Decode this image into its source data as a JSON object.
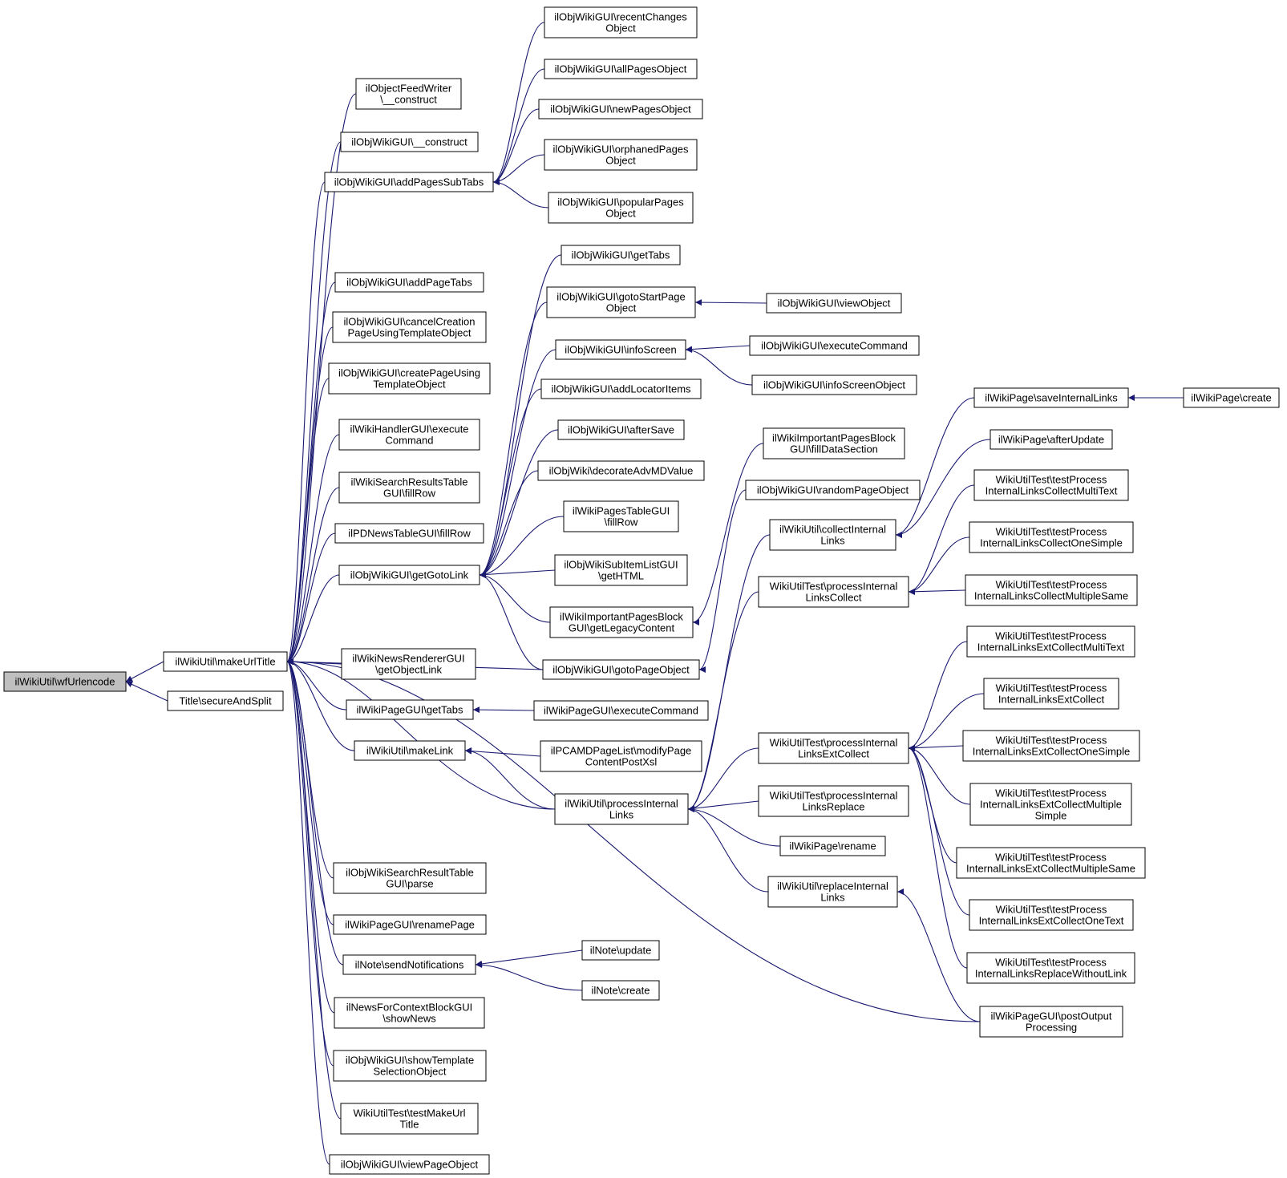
{
  "graph": {
    "edge_color": "#191970",
    "root_fill": "#bfbfbf",
    "nodes": [
      {
        "id": "n0",
        "lines": [
          "ilWikiUtil\\wfUrlencode"
        ],
        "root": true
      },
      {
        "id": "n1",
        "lines": [
          "ilWikiUtil\\makeUrlTitle"
        ]
      },
      {
        "id": "n2",
        "lines": [
          "Title\\secureAndSplit"
        ]
      },
      {
        "id": "n3",
        "lines": [
          "ilObjectFeedWriter",
          "\\__construct"
        ]
      },
      {
        "id": "n4",
        "lines": [
          "ilObjWikiGUI\\__construct"
        ]
      },
      {
        "id": "n5",
        "lines": [
          "ilObjWikiGUI\\addPagesSubTabs"
        ]
      },
      {
        "id": "n6",
        "lines": [
          "ilObjWikiGUI\\addPageTabs"
        ]
      },
      {
        "id": "n7",
        "lines": [
          "ilObjWikiGUI\\cancelCreation",
          "PageUsingTemplateObject"
        ]
      },
      {
        "id": "n8",
        "lines": [
          "ilObjWikiGUI\\createPageUsing",
          "TemplateObject"
        ]
      },
      {
        "id": "n9",
        "lines": [
          "ilWikiHandlerGUI\\execute",
          "Command"
        ]
      },
      {
        "id": "n10",
        "lines": [
          "ilWikiSearchResultsTable",
          "GUI\\fillRow"
        ]
      },
      {
        "id": "n11",
        "lines": [
          "ilPDNewsTableGUI\\fillRow"
        ]
      },
      {
        "id": "n12",
        "lines": [
          "ilObjWikiGUI\\getGotoLink"
        ]
      },
      {
        "id": "n13",
        "lines": [
          "ilWikiNewsRendererGUI",
          "\\getObjectLink"
        ]
      },
      {
        "id": "n14",
        "lines": [
          "ilWikiPageGUI\\getTabs"
        ]
      },
      {
        "id": "n15",
        "lines": [
          "ilWikiUtil\\makeLink"
        ]
      },
      {
        "id": "n16",
        "lines": [
          "ilObjWikiSearchResultTable",
          "GUI\\parse"
        ]
      },
      {
        "id": "n17",
        "lines": [
          "ilWikiPageGUI\\renamePage"
        ]
      },
      {
        "id": "n18",
        "lines": [
          "ilNote\\sendNotifications"
        ]
      },
      {
        "id": "n19",
        "lines": [
          "ilNewsForContextBlockGUI",
          "\\showNews"
        ]
      },
      {
        "id": "n20",
        "lines": [
          "ilObjWikiGUI\\showTemplate",
          "SelectionObject"
        ]
      },
      {
        "id": "n21",
        "lines": [
          "WikiUtilTest\\testMakeUrl",
          "Title"
        ]
      },
      {
        "id": "n22",
        "lines": [
          "ilObjWikiGUI\\viewPageObject"
        ]
      },
      {
        "id": "n23",
        "lines": [
          "ilObjWikiGUI\\recentChanges",
          "Object"
        ]
      },
      {
        "id": "n24",
        "lines": [
          "ilObjWikiGUI\\allPagesObject"
        ]
      },
      {
        "id": "n25",
        "lines": [
          "ilObjWikiGUI\\newPagesObject"
        ]
      },
      {
        "id": "n26",
        "lines": [
          "ilObjWikiGUI\\orphanedPages",
          "Object"
        ]
      },
      {
        "id": "n27",
        "lines": [
          "ilObjWikiGUI\\popularPages",
          "Object"
        ]
      },
      {
        "id": "n28",
        "lines": [
          "ilObjWikiGUI\\getTabs"
        ]
      },
      {
        "id": "n29",
        "lines": [
          "ilObjWikiGUI\\gotoStartPage",
          "Object"
        ]
      },
      {
        "id": "n30",
        "lines": [
          "ilObjWikiGUI\\infoScreen"
        ]
      },
      {
        "id": "n31",
        "lines": [
          "ilObjWikiGUI\\addLocatorItems"
        ]
      },
      {
        "id": "n32",
        "lines": [
          "ilObjWikiGUI\\afterSave"
        ]
      },
      {
        "id": "n33",
        "lines": [
          "ilObjWiki\\decorateAdvMDValue"
        ]
      },
      {
        "id": "n34",
        "lines": [
          "ilWikiPagesTableGUI",
          "\\fillRow"
        ]
      },
      {
        "id": "n35",
        "lines": [
          "ilObjWikiSubItemListGUI",
          "\\getHTML"
        ]
      },
      {
        "id": "n36",
        "lines": [
          "ilWikiImportantPagesBlock",
          "GUI\\getLegacyContent"
        ]
      },
      {
        "id": "n37",
        "lines": [
          "ilObjWikiGUI\\gotoPageObject"
        ]
      },
      {
        "id": "n38",
        "lines": [
          "ilWikiPageGUI\\executeCommand"
        ]
      },
      {
        "id": "n39",
        "lines": [
          "ilPCAMDPageList\\modifyPage",
          "ContentPostXsl"
        ]
      },
      {
        "id": "n40",
        "lines": [
          "ilWikiUtil\\processInternal",
          "Links"
        ]
      },
      {
        "id": "n41",
        "lines": [
          "ilNote\\update"
        ]
      },
      {
        "id": "n42",
        "lines": [
          "ilNote\\create"
        ]
      },
      {
        "id": "n43",
        "lines": [
          "ilObjWikiGUI\\viewObject"
        ]
      },
      {
        "id": "n44",
        "lines": [
          "ilObjWikiGUI\\executeCommand"
        ]
      },
      {
        "id": "n45",
        "lines": [
          "ilObjWikiGUI\\infoScreenObject"
        ]
      },
      {
        "id": "n46",
        "lines": [
          "ilWikiImportantPagesBlock",
          "GUI\\fillDataSection"
        ]
      },
      {
        "id": "n47",
        "lines": [
          "ilObjWikiGUI\\randomPageObject"
        ]
      },
      {
        "id": "n48",
        "lines": [
          "ilWikiUtil\\collectInternal",
          "Links"
        ]
      },
      {
        "id": "n49",
        "lines": [
          "WikiUtilTest\\processInternal",
          "LinksCollect"
        ]
      },
      {
        "id": "n50",
        "lines": [
          "WikiUtilTest\\processInternal",
          "LinksExtCollect"
        ]
      },
      {
        "id": "n51",
        "lines": [
          "WikiUtilTest\\processInternal",
          "LinksReplace"
        ]
      },
      {
        "id": "n52",
        "lines": [
          "ilWikiPage\\rename"
        ]
      },
      {
        "id": "n53",
        "lines": [
          "ilWikiUtil\\replaceInternal",
          "Links"
        ]
      },
      {
        "id": "n54",
        "lines": [
          "ilWikiPage\\saveInternalLinks"
        ]
      },
      {
        "id": "n55",
        "lines": [
          "ilWikiPage\\afterUpdate"
        ]
      },
      {
        "id": "n56",
        "lines": [
          "WikiUtilTest\\testProcess",
          "InternalLinksCollectMultiText"
        ]
      },
      {
        "id": "n57",
        "lines": [
          "WikiUtilTest\\testProcess",
          "InternalLinksCollectOneSimple"
        ]
      },
      {
        "id": "n58",
        "lines": [
          "WikiUtilTest\\testProcess",
          "InternalLinksCollectMultipleSame"
        ]
      },
      {
        "id": "n59",
        "lines": [
          "WikiUtilTest\\testProcess",
          "InternalLinksExtCollectMultiText"
        ]
      },
      {
        "id": "n60",
        "lines": [
          "WikiUtilTest\\testProcess",
          "InternalLinksExtCollect"
        ]
      },
      {
        "id": "n61",
        "lines": [
          "WikiUtilTest\\testProcess",
          "InternalLinksExtCollectOneSimple"
        ]
      },
      {
        "id": "n62",
        "lines": [
          "WikiUtilTest\\testProcess",
          "InternalLinksExtCollectMultiple",
          "Simple"
        ]
      },
      {
        "id": "n63",
        "lines": [
          "WikiUtilTest\\testProcess",
          "InternalLinksExtCollectMultipleSame"
        ]
      },
      {
        "id": "n64",
        "lines": [
          "WikiUtilTest\\testProcess",
          "InternalLinksExtCollectOneText"
        ]
      },
      {
        "id": "n65",
        "lines": [
          "WikiUtilTest\\testProcess",
          "InternalLinksReplaceWithoutLink"
        ]
      },
      {
        "id": "n66",
        "lines": [
          "ilWikiPageGUI\\postOutput",
          "Processing"
        ]
      },
      {
        "id": "n67",
        "lines": [
          "ilWikiPage\\create"
        ]
      }
    ],
    "edges": [
      [
        "n1",
        "n0"
      ],
      [
        "n2",
        "n0"
      ],
      [
        "n3",
        "n1"
      ],
      [
        "n4",
        "n1"
      ],
      [
        "n5",
        "n1"
      ],
      [
        "n6",
        "n1"
      ],
      [
        "n7",
        "n1"
      ],
      [
        "n8",
        "n1"
      ],
      [
        "n9",
        "n1"
      ],
      [
        "n10",
        "n1"
      ],
      [
        "n11",
        "n1"
      ],
      [
        "n12",
        "n1"
      ],
      [
        "n13",
        "n1"
      ],
      [
        "n14",
        "n1"
      ],
      [
        "n15",
        "n1"
      ],
      [
        "n16",
        "n1"
      ],
      [
        "n17",
        "n1"
      ],
      [
        "n18",
        "n1"
      ],
      [
        "n19",
        "n1"
      ],
      [
        "n20",
        "n1"
      ],
      [
        "n21",
        "n1"
      ],
      [
        "n22",
        "n1"
      ],
      [
        "n37",
        "n1"
      ],
      [
        "n40",
        "n1"
      ],
      [
        "n66",
        "n1"
      ],
      [
        "n23",
        "n5"
      ],
      [
        "n24",
        "n5"
      ],
      [
        "n25",
        "n5"
      ],
      [
        "n26",
        "n5"
      ],
      [
        "n27",
        "n5"
      ],
      [
        "n28",
        "n12"
      ],
      [
        "n29",
        "n12"
      ],
      [
        "n30",
        "n12"
      ],
      [
        "n31",
        "n12"
      ],
      [
        "n32",
        "n12"
      ],
      [
        "n33",
        "n12"
      ],
      [
        "n34",
        "n12"
      ],
      [
        "n35",
        "n12"
      ],
      [
        "n36",
        "n12"
      ],
      [
        "n37",
        "n12"
      ],
      [
        "n38",
        "n14"
      ],
      [
        "n39",
        "n15"
      ],
      [
        "n40",
        "n15"
      ],
      [
        "n41",
        "n18"
      ],
      [
        "n42",
        "n18"
      ],
      [
        "n43",
        "n29"
      ],
      [
        "n44",
        "n30"
      ],
      [
        "n45",
        "n30"
      ],
      [
        "n46",
        "n36"
      ],
      [
        "n47",
        "n37"
      ],
      [
        "n48",
        "n40"
      ],
      [
        "n49",
        "n40"
      ],
      [
        "n50",
        "n40"
      ],
      [
        "n51",
        "n40"
      ],
      [
        "n52",
        "n40"
      ],
      [
        "n53",
        "n40"
      ],
      [
        "n54",
        "n48"
      ],
      [
        "n55",
        "n48"
      ],
      [
        "n56",
        "n49"
      ],
      [
        "n57",
        "n49"
      ],
      [
        "n58",
        "n49"
      ],
      [
        "n59",
        "n50"
      ],
      [
        "n60",
        "n50"
      ],
      [
        "n61",
        "n50"
      ],
      [
        "n62",
        "n50"
      ],
      [
        "n63",
        "n50"
      ],
      [
        "n64",
        "n50"
      ],
      [
        "n65",
        "n50"
      ],
      [
        "n66",
        "n53"
      ],
      [
        "n67",
        "n54"
      ]
    ]
  }
}
